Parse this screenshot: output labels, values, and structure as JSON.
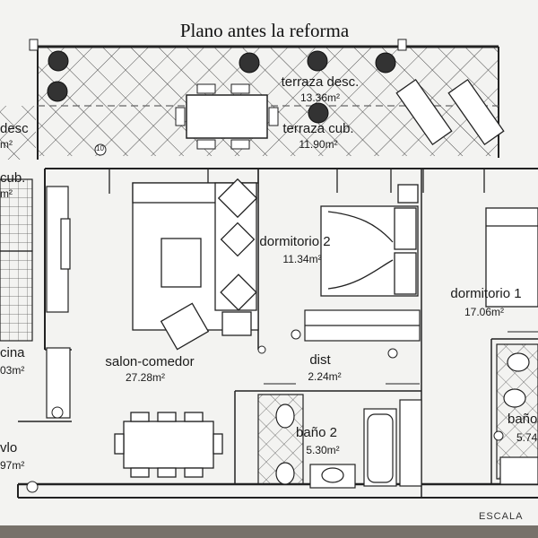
{
  "title": "Plano antes la reforma",
  "rooms": [
    {
      "name": "terraza desc.",
      "area": "13.36m²"
    },
    {
      "name": "terraza cub.",
      "area": "11.90m²"
    },
    {
      "name": "dormitorio 2",
      "area": "11.34m²"
    },
    {
      "name": "dormitorio 1",
      "area": "17.06m²"
    },
    {
      "name": "salon-comedor",
      "area": "27.28m²"
    },
    {
      "name": "dist",
      "area": "2.24m²"
    },
    {
      "name": "baño 2",
      "area": "5.30m²"
    },
    {
      "name": "baño",
      "area": "5.74"
    },
    {
      "name": "cina",
      "area": "03m²"
    },
    {
      "name": "vlo",
      "area": "97m²"
    },
    {
      "name": "desc",
      "area": "m²"
    },
    {
      "name": "cub.",
      "area": "m²"
    }
  ],
  "scale_label": "ESCALA",
  "markers": [
    "10"
  ],
  "colors": {
    "paper": "#f3f3f1",
    "ink": "#1a1a1a",
    "floor": "#6f6a63"
  }
}
